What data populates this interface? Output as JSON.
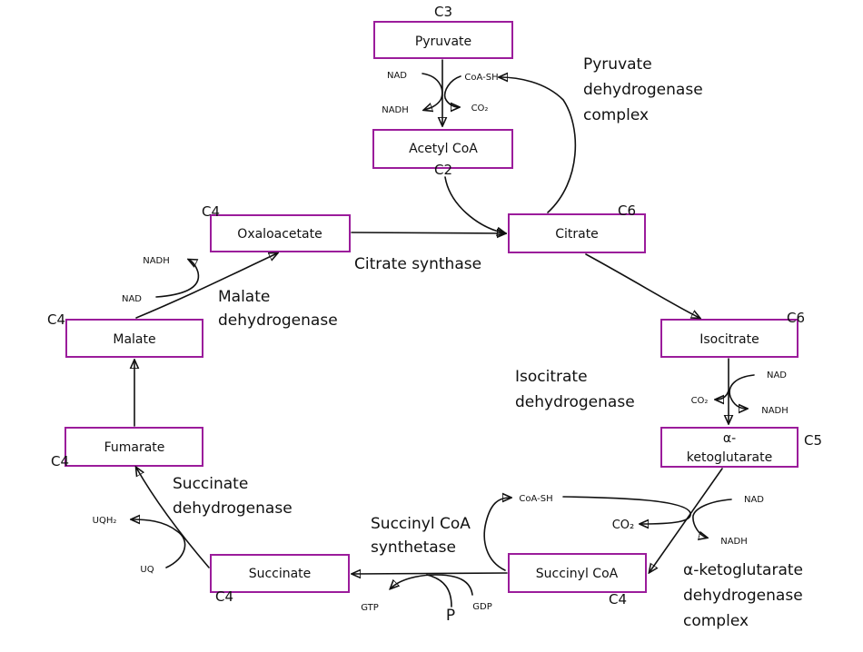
{
  "diagram": {
    "title": "Citric acid cycle (Krebs cycle)",
    "molecules": {
      "pyruvate": {
        "label": "Pyruvate",
        "carbons": "C3"
      },
      "acetyl_coa": {
        "label": "Acetyl CoA",
        "carbons": "C2"
      },
      "citrate": {
        "label": "Citrate",
        "carbons": "C6"
      },
      "isocitrate": {
        "label": "Isocitrate",
        "carbons": "C6"
      },
      "akg": {
        "label_line1": "α-",
        "label_line2": "ketoglutarate",
        "carbons": "C5"
      },
      "succinyl_coa": {
        "label": "Succinyl CoA",
        "carbons": "C4"
      },
      "succinate": {
        "label": "Succinate",
        "carbons": "C4"
      },
      "fumarate": {
        "label": "Fumarate",
        "carbons": "C4"
      },
      "malate": {
        "label": "Malate",
        "carbons": "C4"
      },
      "oxaloacetate": {
        "label": "Oxaloacetate",
        "carbons": "C4"
      }
    },
    "enzymes": {
      "pdh": [
        "Pyruvate",
        "dehydrogenase",
        "complex"
      ],
      "citrate_synthase": "Citrate synthase",
      "idh": [
        "Isocitrate",
        "dehydrogenase"
      ],
      "akgdh": [
        "α-ketoglutarate",
        "dehydrogenase",
        "complex"
      ],
      "scs": [
        "Succinyl CoA",
        "synthetase"
      ],
      "sdh": [
        "Succinate",
        "dehydrogenase"
      ],
      "mdh": [
        "Malate",
        "dehydrogenase"
      ]
    },
    "cofactors": {
      "pdh": {
        "nad": "NAD",
        "nadh": "NADH",
        "coash": "CoA-SH",
        "co2": "CO₂"
      },
      "idh": {
        "nad": "NAD",
        "nadh": "NADH",
        "co2": "CO₂"
      },
      "akgdh": {
        "nad": "NAD",
        "nadh": "NADH",
        "coash": "CoA-SH",
        "co2": "CO₂"
      },
      "scs": {
        "gdp": "GDP",
        "gtp": "GTP",
        "pi": "P"
      },
      "sdh": {
        "uq": "UQ",
        "uqh2": "UQH₂"
      },
      "mdh": {
        "nad": "NAD",
        "nadh": "NADH"
      }
    }
  }
}
